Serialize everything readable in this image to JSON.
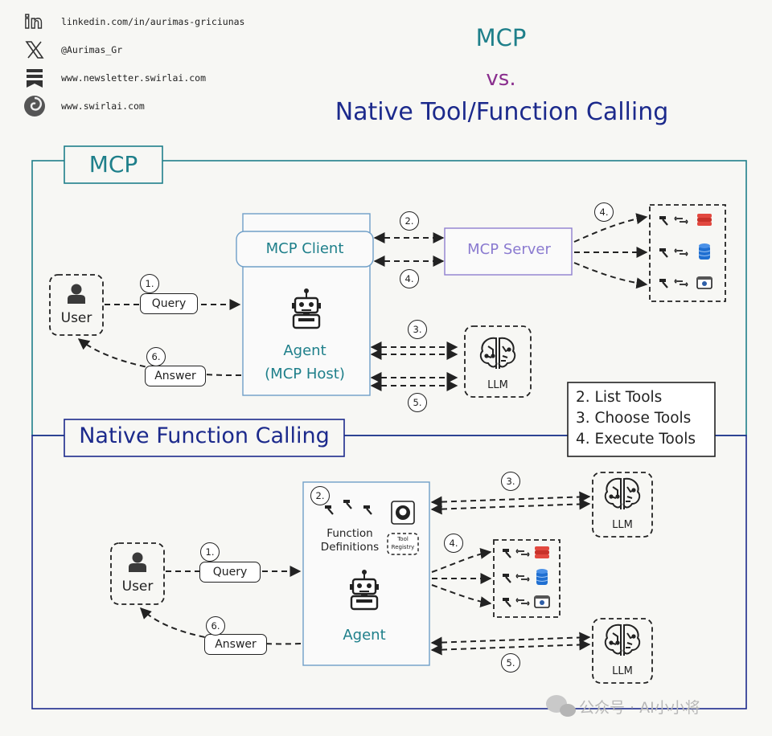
{
  "header": {
    "links": [
      {
        "icon": "linkedin-icon",
        "text": "linkedin.com/in/aurimas-griciunas"
      },
      {
        "icon": "x-icon",
        "text": "@Aurimas_Gr"
      },
      {
        "icon": "bookmark-icon",
        "text": "www.newsletter.swirlai.com"
      },
      {
        "icon": "swirl-logo-icon",
        "text": "www.swirlai.com"
      }
    ],
    "title_line1": "MCP",
    "title_line2": "vs.",
    "title_line3": "Native Tool/Function Calling"
  },
  "mcp_section": {
    "label": "MCP",
    "user": "User",
    "query": "Query",
    "answer": "Answer",
    "client": "MCP Client",
    "server": "MCP Server",
    "agent_line1": "Agent",
    "agent_line2": "(MCP Host)",
    "llm": "LLM",
    "steps": [
      "1.",
      "2.",
      "3.",
      "4.",
      "4.",
      "5.",
      "6."
    ]
  },
  "legend": {
    "items": [
      "2. List Tools",
      "3. Choose Tools",
      "4. Execute Tools"
    ]
  },
  "native_section": {
    "label": "Native Function Calling",
    "user": "User",
    "query": "Query",
    "answer": "Answer",
    "func_defs_line1": "Function",
    "func_defs_line2": "Definitions",
    "registry_line1": "Tool",
    "registry_line2": "Registry",
    "agent": "Agent",
    "llm_top": "LLM",
    "llm_bottom": "LLM",
    "steps": [
      "1.",
      "2.",
      "3.",
      "4.",
      "5.",
      "6."
    ]
  },
  "watermark": "公众号 · AI小小将",
  "colors": {
    "teal": "#1e7f8a",
    "navy": "#1c2a8c",
    "purple": "#8a2e8e",
    "client_border": "#6f9fc8",
    "server_border": "#8f7fd0",
    "db_red": "#e2483f",
    "db_blue": "#1f6fd1"
  }
}
